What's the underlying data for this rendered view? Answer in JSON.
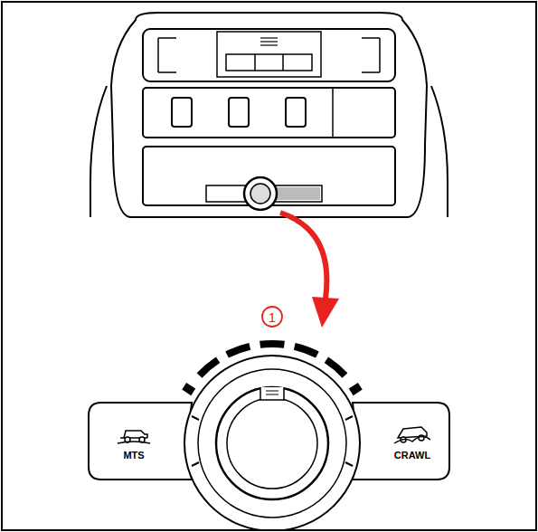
{
  "diagram": {
    "labels": [
      "1",
      "MTS",
      "CRAWL"
    ]
  }
}
